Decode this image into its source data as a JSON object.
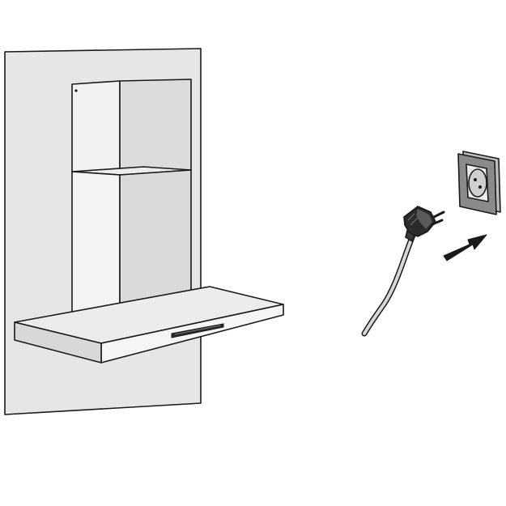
{
  "diagram": {
    "type": "installation-illustration",
    "colors": {
      "outline": "#1a1a1a",
      "wall_panel": "#e6e6e6",
      "hood_front": "#f2f2f2",
      "hood_side": "#dcdcdc",
      "hood_top": "#ececec",
      "background": "#ffffff",
      "dark_part": "#2a2a2a"
    },
    "parts": [
      {
        "id": "wall-panel",
        "icon": "wall-panel"
      },
      {
        "id": "upper-chimney",
        "icon": "chimney-cover"
      },
      {
        "id": "lower-chimney",
        "icon": "chimney-cover"
      },
      {
        "id": "hood-canopy",
        "icon": "hood-canopy"
      },
      {
        "id": "control-slot",
        "icon": "control-strip"
      },
      {
        "id": "power-plug",
        "icon": "plug-icon"
      },
      {
        "id": "power-cable",
        "icon": "cable-icon"
      },
      {
        "id": "wall-socket",
        "icon": "socket-icon"
      },
      {
        "id": "insert-arrow",
        "icon": "arrow-icon"
      }
    ]
  }
}
